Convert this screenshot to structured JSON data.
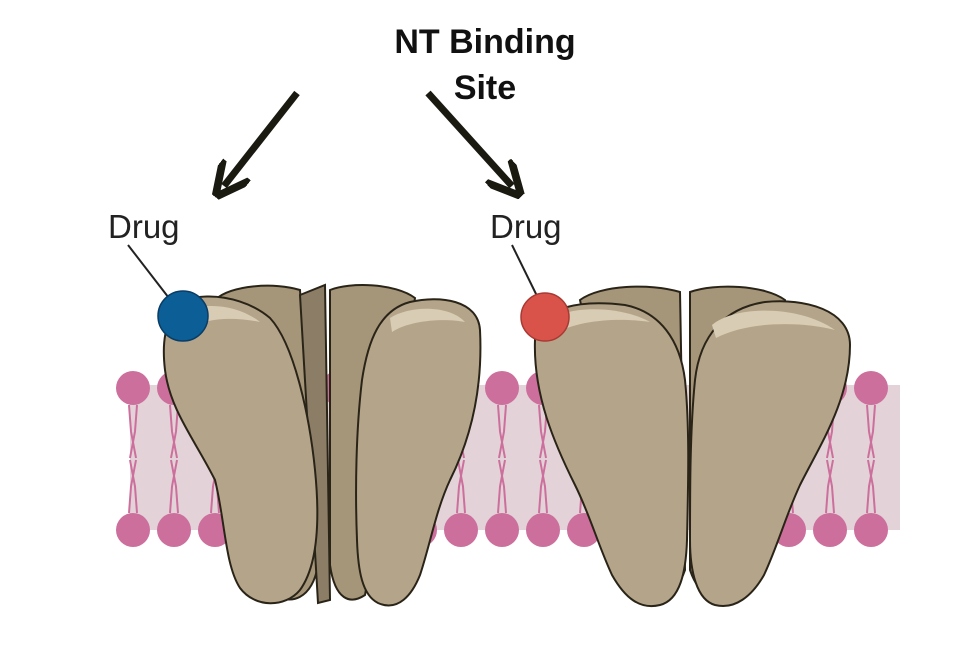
{
  "title": {
    "line1": "NT Binding",
    "line2": "Site"
  },
  "left_channel": {
    "drug_label": "Drug",
    "drug_color": "#0b5f96"
  },
  "right_channel": {
    "drug_label": "Drug",
    "drug_color": "#d9534b"
  },
  "colors": {
    "protein": "#b4a58a",
    "protein_highlight": "#d8ccb4",
    "protein_shadow": "#8c7e66",
    "lipid_head": "#cc6f9c",
    "membrane_fill": "#e3d3d8",
    "arrow": "#1a1a10"
  }
}
